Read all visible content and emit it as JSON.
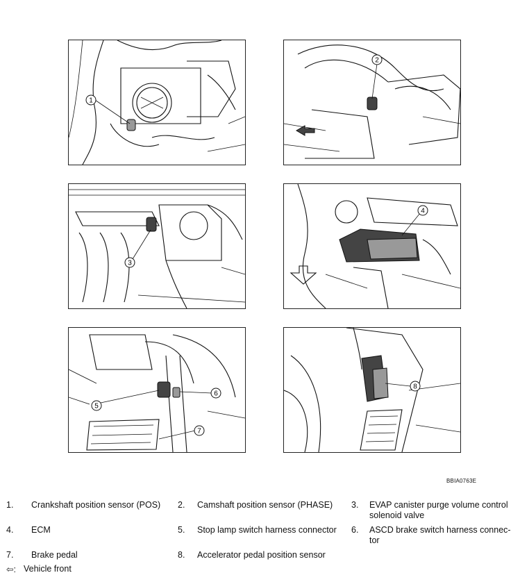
{
  "figure_code": "BBIA0763E",
  "callout_numbers": [
    "1",
    "2",
    "3",
    "4",
    "5",
    "6",
    "7",
    "8"
  ],
  "legend": [
    {
      "num": "1.",
      "text": "Crankshaft position sensor (POS)"
    },
    {
      "num": "2.",
      "text": "Camshaft position sensor (PHASE)"
    },
    {
      "num": "3.",
      "text": "EVAP canister purge volume control solenoid valve"
    },
    {
      "num": "4.",
      "text": "ECM"
    },
    {
      "num": "5.",
      "text": "Stop lamp switch harness connector"
    },
    {
      "num": "6.",
      "text": "ASCD brake switch harness connec-tor"
    },
    {
      "num": "7.",
      "text": "Brake pedal"
    },
    {
      "num": "8.",
      "text": "Accelerator pedal position sensor"
    }
  ],
  "vehicle_front": {
    "symbol": "⇦:",
    "text": "Vehicle front",
    "icon": "arrow-left-icon"
  }
}
